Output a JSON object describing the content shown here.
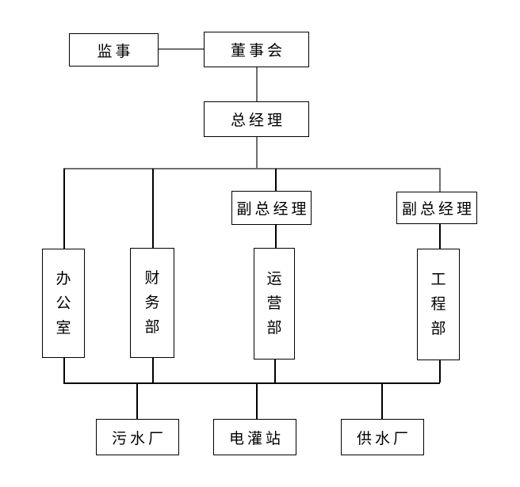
{
  "diagram": {
    "type": "org-chart",
    "nodes": [
      {
        "id": "supervisor",
        "label": "监事",
        "orientation": "horizontal"
      },
      {
        "id": "board-of-directors",
        "label": "董事会",
        "orientation": "horizontal"
      },
      {
        "id": "general-manager",
        "label": "总经理",
        "orientation": "horizontal"
      },
      {
        "id": "deputy-gm-1",
        "label": "副总经理",
        "orientation": "horizontal"
      },
      {
        "id": "deputy-gm-2",
        "label": "副总经理",
        "orientation": "horizontal"
      },
      {
        "id": "office",
        "label": "办公室",
        "orientation": "vertical"
      },
      {
        "id": "finance-dept",
        "label": "财务部",
        "orientation": "vertical"
      },
      {
        "id": "operations-dept",
        "label": "运营部",
        "orientation": "vertical"
      },
      {
        "id": "engineering-dept",
        "label": "工程部",
        "orientation": "vertical"
      },
      {
        "id": "sewage-plant",
        "label": "污水厂",
        "orientation": "horizontal"
      },
      {
        "id": "pumping-station",
        "label": "电灌站",
        "orientation": "horizontal"
      },
      {
        "id": "water-supply-plant",
        "label": "供水厂",
        "orientation": "horizontal"
      }
    ],
    "edges": [
      {
        "from": "supervisor",
        "to": "board-of-directors",
        "style": "lateral"
      },
      {
        "from": "board-of-directors",
        "to": "general-manager"
      },
      {
        "from": "general-manager",
        "to": "office"
      },
      {
        "from": "general-manager",
        "to": "finance-dept"
      },
      {
        "from": "general-manager",
        "to": "deputy-gm-1"
      },
      {
        "from": "general-manager",
        "to": "deputy-gm-2"
      },
      {
        "from": "deputy-gm-1",
        "to": "operations-dept"
      },
      {
        "from": "deputy-gm-2",
        "to": "engineering-dept"
      },
      {
        "from": "office",
        "to": "plants-bus"
      },
      {
        "from": "finance-dept",
        "to": "plants-bus"
      },
      {
        "from": "operations-dept",
        "to": "plants-bus"
      },
      {
        "from": "engineering-dept",
        "to": "plants-bus"
      },
      {
        "from": "plants-bus",
        "to": "sewage-plant"
      },
      {
        "from": "plants-bus",
        "to": "pumping-station"
      },
      {
        "from": "plants-bus",
        "to": "water-supply-plant"
      }
    ],
    "colors": {
      "background": "#ffffff",
      "box_border": "#000000",
      "text": "#000000",
      "connector_gray": "#6e6e6e",
      "connector_black": "#000000"
    }
  }
}
